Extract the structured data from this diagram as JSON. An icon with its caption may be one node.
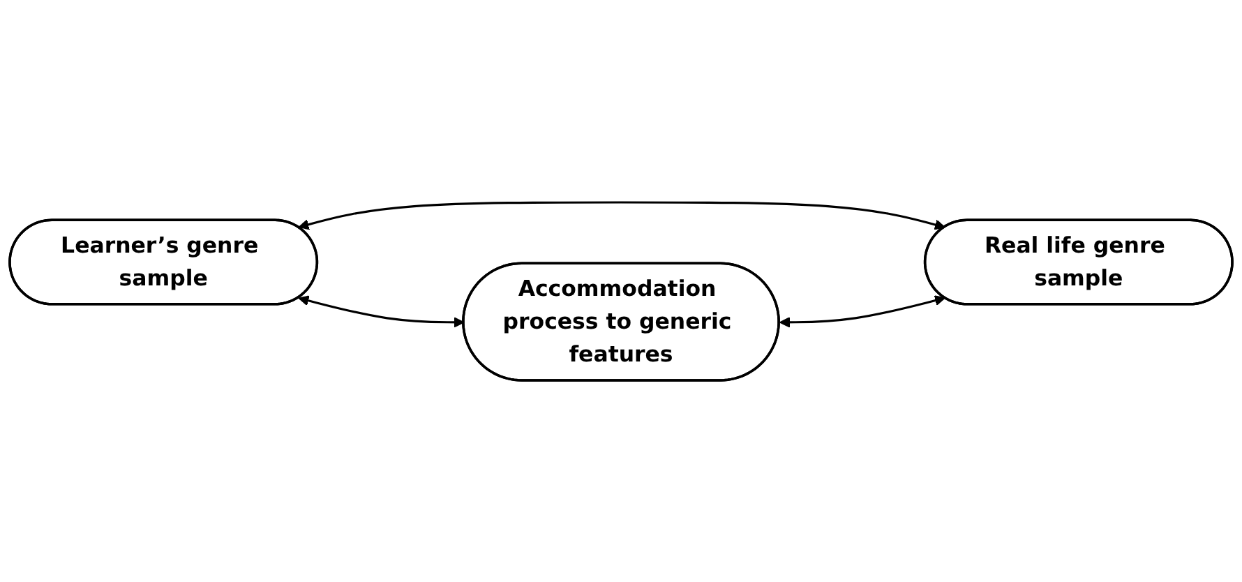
{
  "diagram": {
    "nodes": [
      {
        "text": [
          "Learner’s genre sample"
        ]
      },
      {
        "text": [
          "Real life genre sample"
        ]
      },
      {
        "text": [
          "Accommodation process to generic features"
        ]
      }
    ],
    "edges": [
      {
        "from": 0,
        "to": 1,
        "arrow": "both"
      },
      {
        "from": 0,
        "to": 2,
        "arrow": "both"
      },
      {
        "from": 2,
        "to": 1,
        "arrow": "both"
      }
    ]
  }
}
